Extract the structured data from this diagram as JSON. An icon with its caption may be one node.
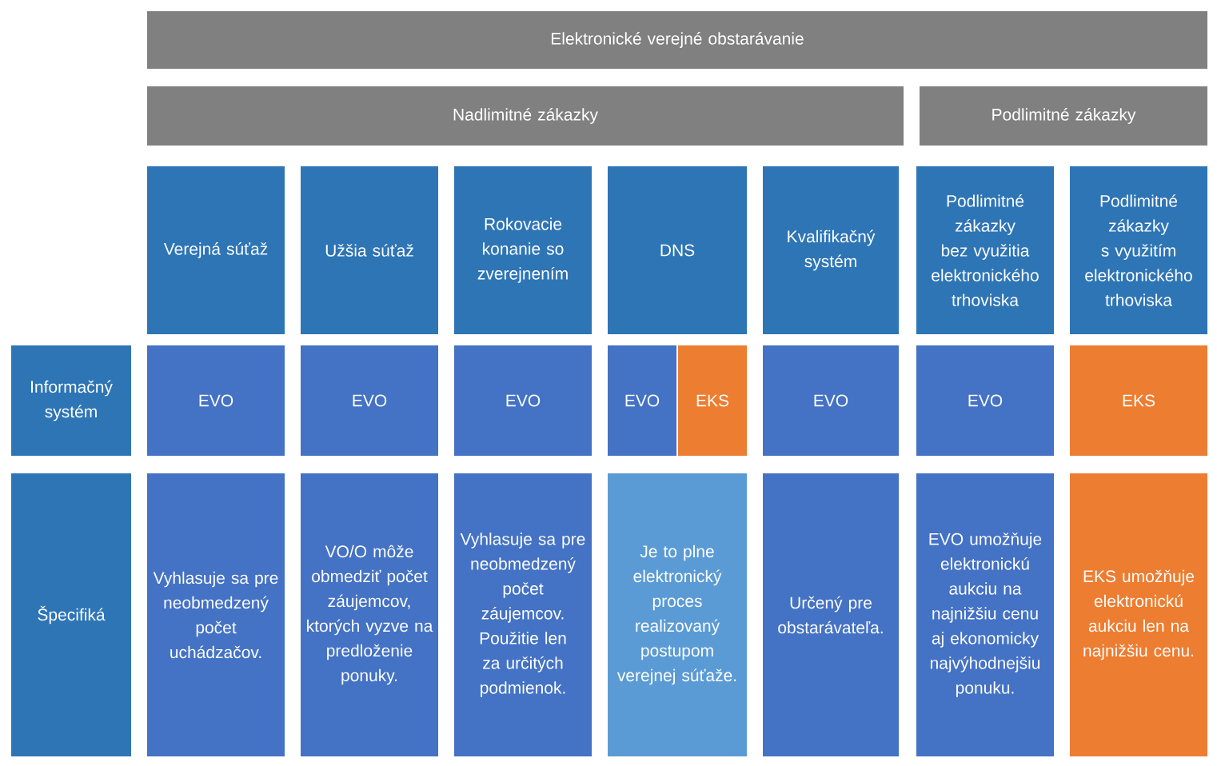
{
  "diagram": {
    "nodes": [
      {
        "text": [
          "Elektronické verejné obstarávanie"
        ]
      },
      {
        "text": [
          "Nadlimitné zákazky"
        ]
      },
      {
        "text": [
          "Podlimitné zákazky"
        ]
      },
      {
        "text": [
          "Verejná súťaž"
        ]
      },
      {
        "text": [
          "Užšia súťaž"
        ]
      },
      {
        "text": [
          "Rokovacie konanie so zverejnením"
        ]
      },
      {
        "text": [
          "DNS"
        ]
      },
      {
        "text": [
          "Kvalifikačný systém"
        ]
      },
      {
        "text": [
          "Podlimitné zákazky bez využitia elektronického trhoviska"
        ]
      },
      {
        "text": [
          "Podlimitné zákazky s využitím elektronického trhoviska"
        ]
      },
      {
        "text": [
          "Informačný systém"
        ]
      },
      {
        "text": [
          "EVO"
        ]
      },
      {
        "text": [
          "EVO"
        ]
      },
      {
        "text": [
          "EVO"
        ]
      },
      {
        "text": [
          "EVO"
        ]
      },
      {
        "text": [
          "EKS"
        ]
      },
      {
        "text": [
          "EVO"
        ]
      },
      {
        "text": [
          "EVO"
        ]
      },
      {
        "text": [
          "EKS"
        ]
      },
      {
        "text": [
          "Špecifiká"
        ]
      },
      {
        "text": [
          "Vyhlasuje sa pre neobmedzený počet uchádzačov."
        ]
      },
      {
        "text": [
          "VO/O môže obmedziť počet záujemcov, ktorých vyzve na predloženie ponuky."
        ]
      },
      {
        "text": [
          "Vyhlasuje sa pre neobmedzený počet záujemcov. Použitie len za určitých podmienok."
        ]
      },
      {
        "text": [
          "Je to plne elektronický proces realizovaný postupom verejnej súťaže."
        ]
      },
      {
        "text": [
          "Určený pre obstarávateľa."
        ]
      },
      {
        "text": [
          "EVO umožňuje elektronickú aukciu na najnižšiu cenu aj ekonomicky najvýhodnejšiu ponuku."
        ]
      },
      {
        "text": [
          "EKS umožňuje elektronickú aukciu len na najnižšiu cenu."
        ]
      }
    ]
  }
}
